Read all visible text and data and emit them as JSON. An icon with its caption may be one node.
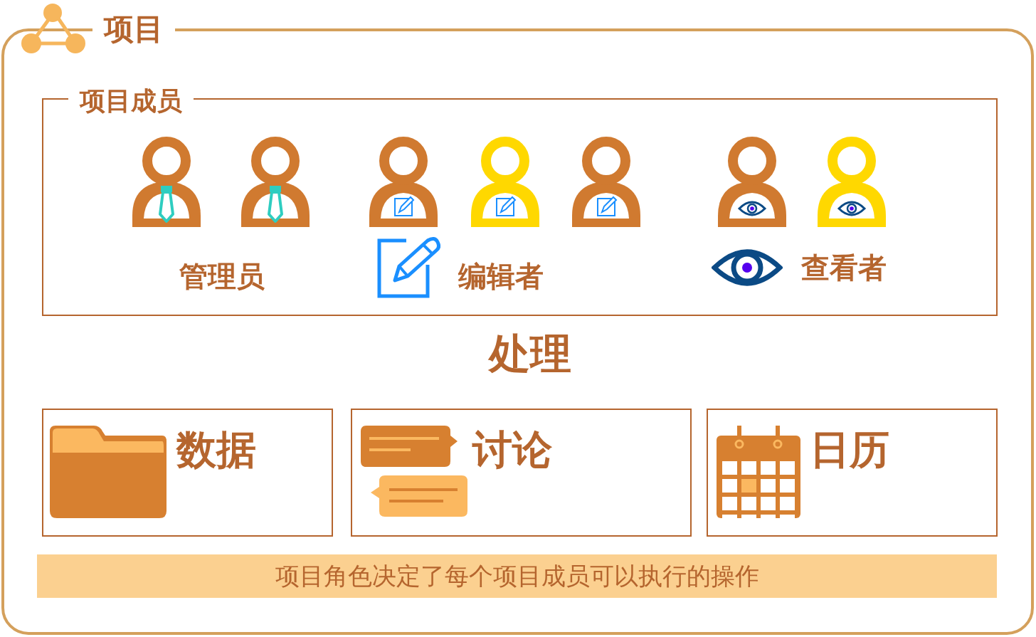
{
  "diagram": {
    "nodes": [
      {
        "text": [
          "项目"
        ]
      },
      {
        "text": [
          "项目成员"
        ],
        "in": 0
      },
      {
        "text": [
          "数据"
        ],
        "in": 0
      },
      {
        "text": [
          "讨论"
        ],
        "in": 0
      },
      {
        "text": [
          "日历"
        ],
        "in": 0
      },
      {
        "text": [
          "项目角色决定了每个项目成员可以执行的操作"
        ],
        "in": 0
      }
    ],
    "labels": [
      "管理员",
      "编辑者",
      "查看者",
      "处理"
    ]
  }
}
